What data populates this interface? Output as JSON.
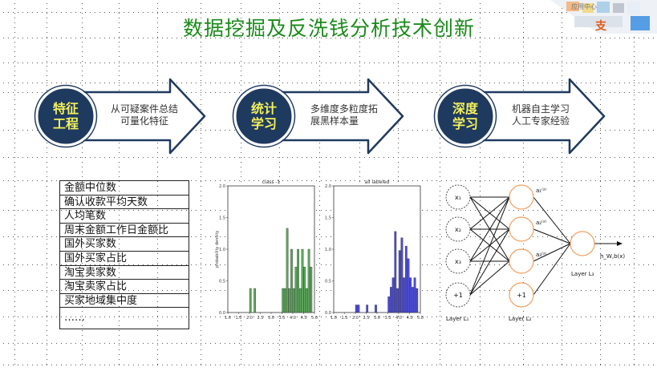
{
  "title": "数据挖掘及反洗钱分析技术创新",
  "corner_labels": [
    "应用中心",
    "支"
  ],
  "stages": [
    {
      "name_line1": "特征",
      "name_line2": "工程",
      "desc_line1": "从可疑案件总结",
      "desc_line2": "可量化特征"
    },
    {
      "name_line1": "统计",
      "name_line2": "学习",
      "desc_line1": "多维度多粒度拓",
      "desc_line2": "展黑样本量"
    },
    {
      "name_line1": "深度",
      "name_line2": "学习",
      "desc_line1": "机器自主学习",
      "desc_line2": "人工专家经验"
    }
  ],
  "features": [
    "金额中位数",
    "确认收款平均天数",
    "人均笔数",
    "周末金额工作日金额比",
    "国外买家数",
    "国外买家占比",
    "淘宝卖家数",
    "淘宝卖家占比",
    "买家地域集中度",
    "……"
  ],
  "colors": {
    "title": "#1a8a1a",
    "arrow": "#1f3a5f",
    "circle_fill": "#1f3a5f",
    "circle_label": "#f3f05a",
    "hist_green": "#5aa75a",
    "hist_blue": "#4b4bd8",
    "node": "#f0a060"
  },
  "chart_data": [
    {
      "type": "bar",
      "title": "class -1",
      "ylabel": "probability density",
      "xlim": [
        1.0,
        5.0
      ],
      "ylim": [
        0,
        2.0
      ],
      "xticks": [
        "1.0",
        "1.5",
        "2.0",
        "2.5",
        "3.0",
        "3.5",
        "4.0",
        "4.5",
        "5.0"
      ],
      "yticks": [
        "0.0",
        "0.5",
        "1.0",
        "1.5",
        "2.0"
      ],
      "bins": [
        [
          2.0,
          0.38
        ],
        [
          2.2,
          0.38
        ],
        [
          3.5,
          0.38
        ],
        [
          3.6,
          0.38
        ],
        [
          3.7,
          1.33
        ],
        [
          3.8,
          0.38
        ],
        [
          3.9,
          1.0
        ],
        [
          4.0,
          0.38
        ],
        [
          4.1,
          0.72
        ],
        [
          4.2,
          1.0
        ],
        [
          4.3,
          0.38
        ],
        [
          4.4,
          1.0
        ],
        [
          4.5,
          0.72
        ],
        [
          4.6,
          0.38
        ],
        [
          4.7,
          1.0
        ],
        [
          4.8,
          0.72
        ]
      ]
    },
    {
      "type": "bar",
      "title": "all labeled",
      "xlim": [
        1.0,
        5.0
      ],
      "ylim": [
        0,
        2.0
      ],
      "xticks": [
        "1.0",
        "1.5",
        "2.0",
        "2.5",
        "3.0",
        "3.5",
        "4.0",
        "4.5",
        "5.0"
      ],
      "yticks": [
        "0.0",
        "0.5",
        "1.0",
        "1.5",
        "2.0"
      ],
      "bins": [
        [
          2.0,
          0.12
        ],
        [
          2.1,
          0.12
        ],
        [
          2.5,
          0.12
        ],
        [
          2.9,
          0.12
        ],
        [
          3.5,
          0.25
        ],
        [
          3.6,
          0.4
        ],
        [
          3.7,
          0.55
        ],
        [
          3.8,
          1.28
        ],
        [
          3.9,
          0.38
        ],
        [
          4.0,
          0.98
        ],
        [
          4.1,
          1.18
        ],
        [
          4.2,
          0.55
        ],
        [
          4.3,
          1.05
        ],
        [
          4.4,
          0.85
        ],
        [
          4.5,
          0.55
        ],
        [
          4.6,
          0.4
        ],
        [
          4.7,
          0.55
        ],
        [
          4.8,
          0.38
        ]
      ]
    }
  ],
  "network": {
    "inputs": [
      "x₁",
      "x₂",
      "x₃",
      "+1"
    ],
    "hidden": [
      "a₁⁽²⁾",
      "a₂⁽²⁾",
      "a₃⁽²⁾",
      "+1"
    ],
    "output": "h_W,b(x)",
    "layer1": "Layer L₁",
    "layer2": "Layer L₂",
    "layer3": "Layer L₃"
  }
}
